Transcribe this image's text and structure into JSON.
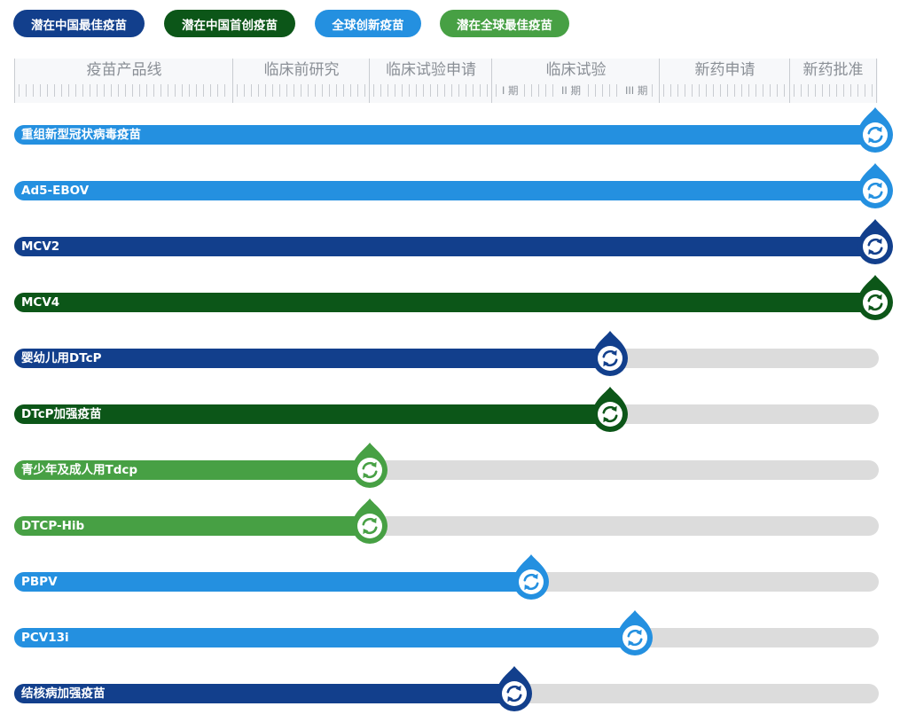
{
  "legend": [
    {
      "label": "潜在中国最佳疫苗",
      "color": "#123f8c"
    },
    {
      "label": "潜在中国首创疫苗",
      "color": "#0c5618"
    },
    {
      "label": "全球创新疫苗",
      "color": "#2490e0"
    },
    {
      "label": "潜在全球最佳疫苗",
      "color": "#47a044"
    }
  ],
  "header": {
    "columns": [
      "疫苗产品线",
      "临床前研究",
      "临床试验申请",
      "临床试验",
      "新药申请",
      "新药批准"
    ],
    "phases": [
      "I 期",
      "II 期",
      "III 期"
    ]
  },
  "pipeline": [
    {
      "name": "重组新型冠状病毒疫苗",
      "progress": 1.0,
      "color": "#2490e0"
    },
    {
      "name": "Ad5-EBOV",
      "progress": 1.0,
      "color": "#2490e0"
    },
    {
      "name": "MCV2",
      "progress": 1.0,
      "color": "#123f8c"
    },
    {
      "name": "MCV4",
      "progress": 1.0,
      "color": "#0c5618"
    },
    {
      "name": "婴幼儿用DTcP",
      "progress": 0.689,
      "color": "#123f8c"
    },
    {
      "name": "DTcP加强疫苗",
      "progress": 0.689,
      "color": "#0c5618"
    },
    {
      "name": "青少年及成人用Tdcp",
      "progress": 0.411,
      "color": "#47a044"
    },
    {
      "name": "DTCP-Hib",
      "progress": 0.411,
      "color": "#47a044"
    },
    {
      "name": "PBPV",
      "progress": 0.598,
      "color": "#2490e0"
    },
    {
      "name": "PCV13i",
      "progress": 0.718,
      "color": "#2490e0"
    },
    {
      "name": "结核病加强疫苗",
      "progress": 0.578,
      "color": "#123f8c"
    }
  ],
  "marker_icon": "refresh-cycle-icon"
}
